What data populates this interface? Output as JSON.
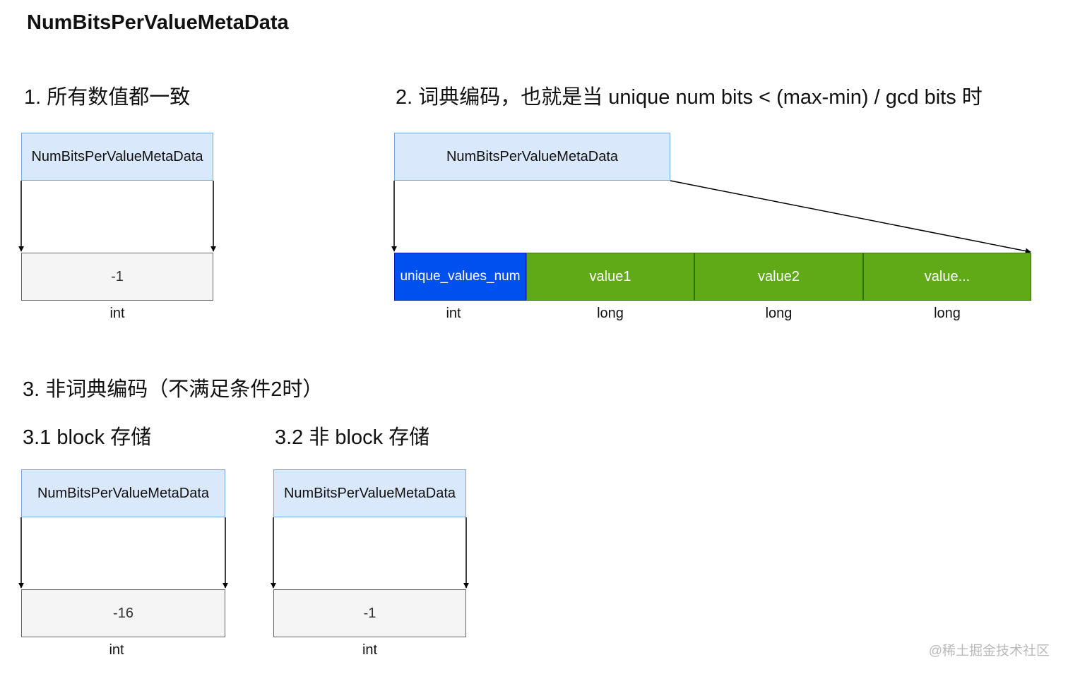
{
  "title": "NumBitsPerValueMetaData",
  "watermark": "@稀土掘金技术社区",
  "colors": {
    "meta_fill": "#dae8fc",
    "meta_stroke": "#7ea6e0",
    "cell_fill": "#f5f5f5",
    "cell_stroke": "#666666",
    "unique_fill": "#0050ef",
    "value_fill": "#60a917"
  },
  "section1": {
    "heading": "1. 所有数值都一致",
    "meta_label": "NumBitsPerValueMetaData",
    "cell_value": "-1",
    "cell_type": "int"
  },
  "section2": {
    "heading": "2. 词典编码，也就是当 unique num bits < (max-min) / gcd bits 时",
    "meta_label": "NumBitsPerValueMetaData",
    "cells": [
      {
        "label": "unique_values_num",
        "type": "int"
      },
      {
        "label": "value1",
        "type": "long"
      },
      {
        "label": "value2",
        "type": "long"
      },
      {
        "label": "value...",
        "type": "long"
      }
    ]
  },
  "section3": {
    "heading": "3. 非词典编码（不满足条件2时）",
    "sub1": {
      "heading": "3.1 block 存储",
      "meta_label": "NumBitsPerValueMetaData",
      "cell_value": "-16",
      "cell_type": "int"
    },
    "sub2": {
      "heading": "3.2 非 block 存储",
      "meta_label": "NumBitsPerValueMetaData",
      "cell_value": "-1",
      "cell_type": "int"
    }
  }
}
